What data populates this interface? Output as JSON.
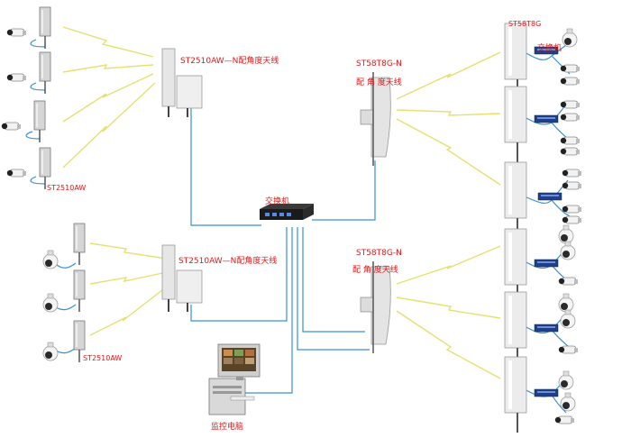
{
  "labels": {
    "ant_top_left": "ST2510AW—N配角度天线",
    "ant_mid_left": "ST2510AW—N配角度天线",
    "ant_top_right_1": "ST58T8G-N",
    "ant_top_right_2": "配 角 度天线",
    "ant_bot_right_1": "ST58T8G-N",
    "ant_bot_right_2": "配 角 度天线",
    "switch_center": "交换机",
    "cluster_top_left": "ST2510AW",
    "cluster_bot_left": "ST2510AW",
    "top_right_model": "ST58T8G",
    "top_right_switch": "交换机",
    "monitor_pc": "监控电脑"
  },
  "colors": {
    "label": "#e01818",
    "cable": "#3a8fd8",
    "wireless": "#e6e070"
  }
}
